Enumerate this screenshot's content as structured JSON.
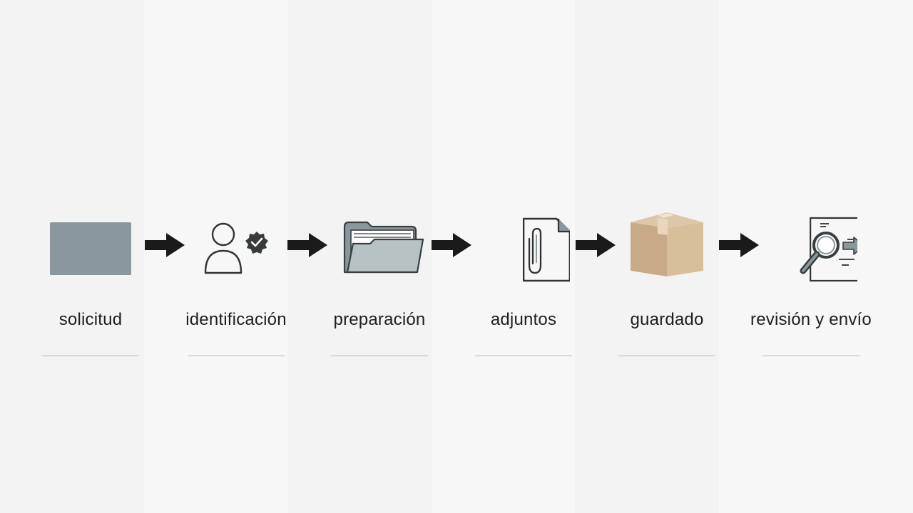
{
  "steps": [
    {
      "label": "solicitud",
      "icon": "gray-rectangle-icon"
    },
    {
      "label": "identificación",
      "icon": "user-verified-icon"
    },
    {
      "label": "preparación",
      "icon": "open-folder-icon"
    },
    {
      "label": "adjuntos",
      "icon": "paperclip-document-icon"
    },
    {
      "label": "guardado",
      "icon": "cardboard-box-icon"
    },
    {
      "label": "revisión y envío",
      "icon": "document-magnifier-send-icon"
    }
  ],
  "colors": {
    "icon_gray": "#8a979d",
    "folder_fill": "#b7c2c5",
    "box_brown": "#c8ab86",
    "arrow": "#1a1a1a",
    "text": "#1e1e1e"
  }
}
